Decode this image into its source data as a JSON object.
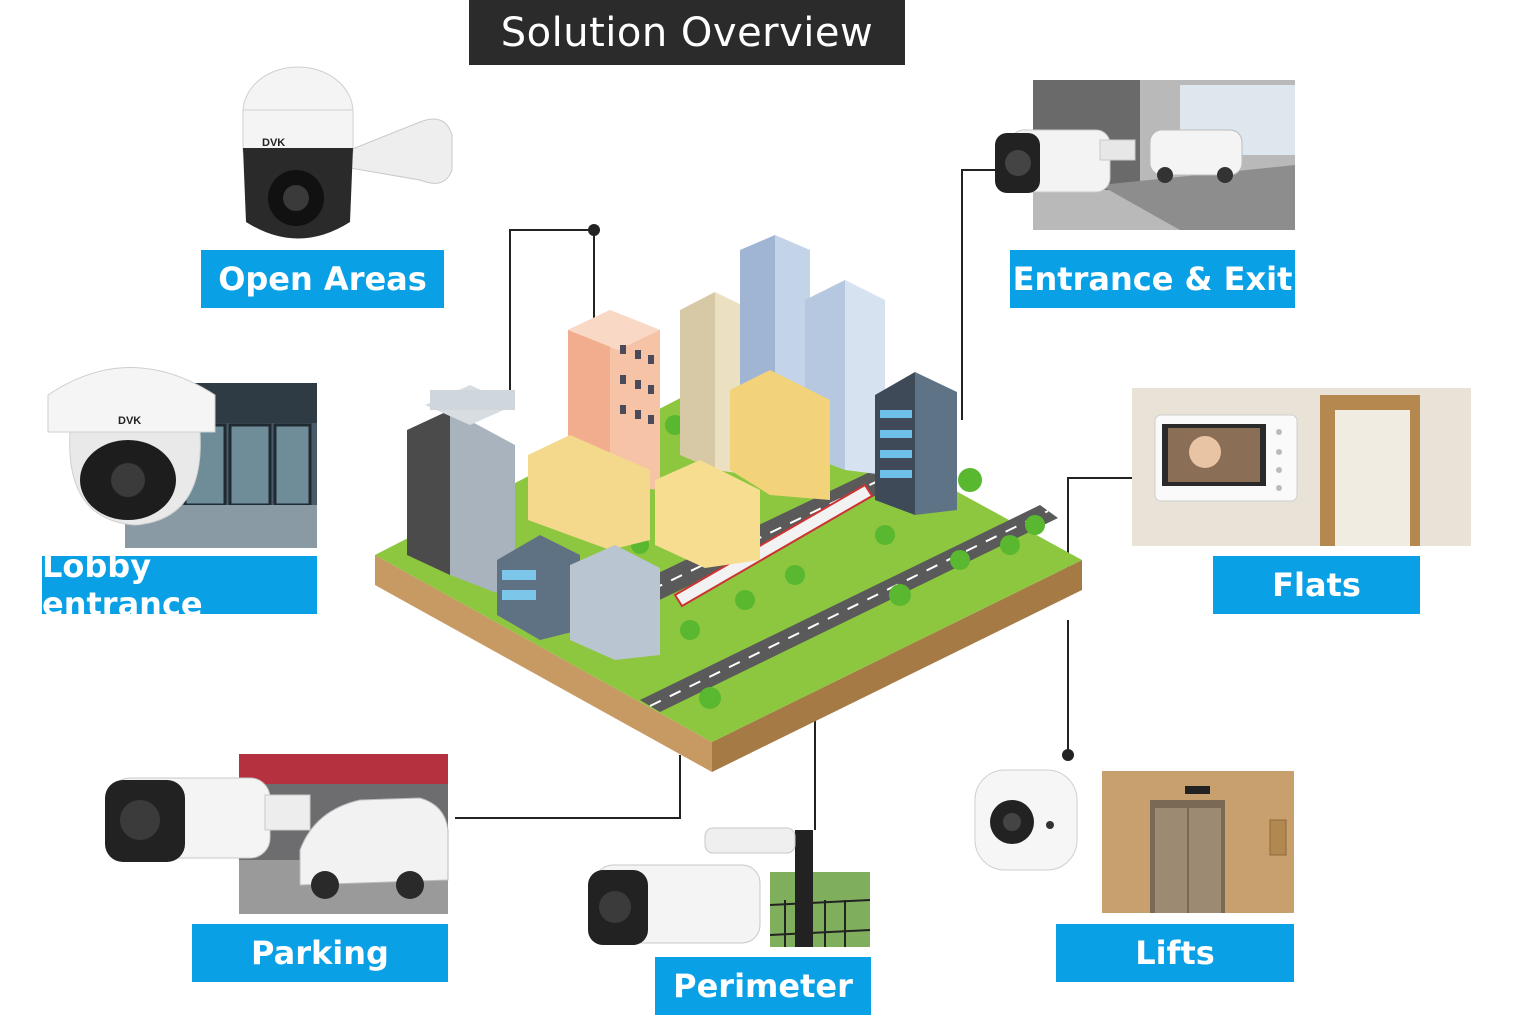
{
  "title": "Solution Overview",
  "brand_mark": "DVK",
  "colors": {
    "title_bg": "#2b2b2b",
    "label_bg": "#0aa0e6",
    "label_text": "#ffffff",
    "connector": "#222222"
  },
  "labels": {
    "open_areas": "Open Areas",
    "entrance_exit": "Entrance & Exit",
    "lobby_entrance": "Lobby entrance",
    "flats": "Flats",
    "parking": "Parking",
    "perimeter": "Perimeter",
    "lifts": "Lifts"
  }
}
